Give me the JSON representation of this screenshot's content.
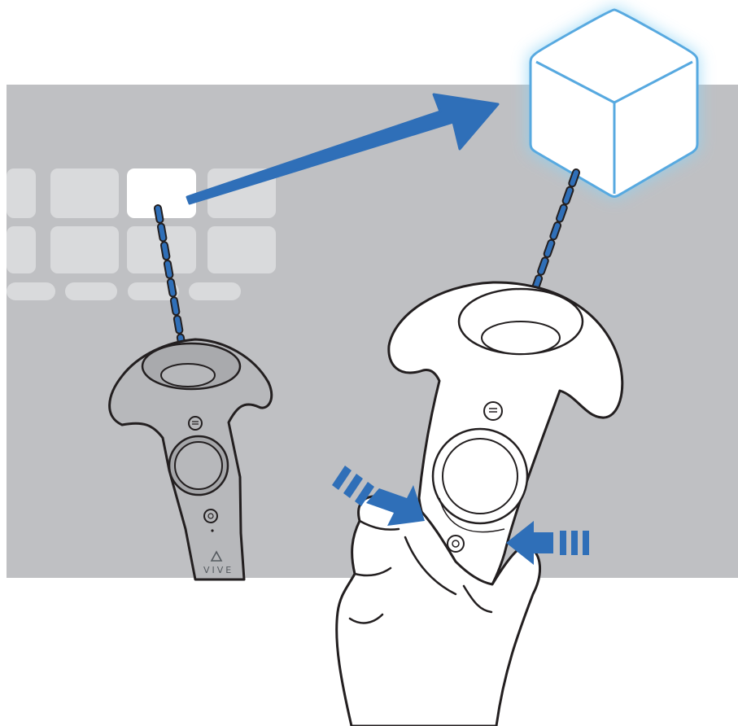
{
  "brand": {
    "wordmark": "VIVE"
  },
  "colors": {
    "panel_background": "#bfc0c3",
    "tile": "#d9dadc",
    "tile_selected": "#ffffff",
    "arrow_blue": "#2f6fb8",
    "controller_far_body": "#b7b8bb",
    "controller_near_body": "#ffffff",
    "outline": "#231f20",
    "cube_glow": "#8ed3f5",
    "cube_face": "#ffffff",
    "cube_edge": "#57a9e0"
  },
  "icons": {
    "menu_button": "menu-lines-icon",
    "system_button": "system-power-icon",
    "logo": "vive-triangle-logo-icon"
  },
  "tiles": {
    "rows": 3,
    "selected": {
      "row": 1,
      "col": 3
    }
  }
}
